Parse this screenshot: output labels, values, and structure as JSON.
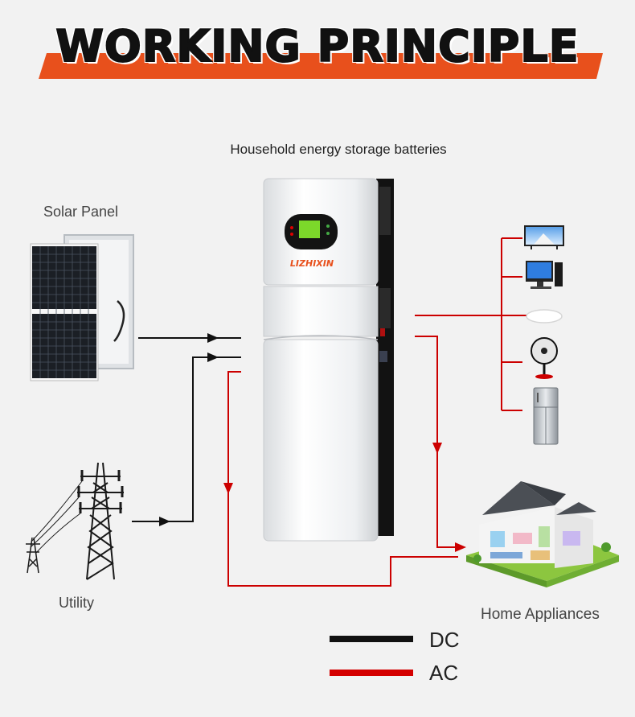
{
  "title": "WORKING PRINCIPLE",
  "brand": "LIZHIXIN",
  "labels": {
    "storage": "Household energy storage batteries",
    "solar": "Solar Panel",
    "utility": "Utility",
    "home": "Home Appliances"
  },
  "legend": [
    {
      "label": "DC",
      "color": "#111111"
    },
    {
      "label": "AC",
      "color": "#d40000"
    }
  ],
  "colors": {
    "banner": "#e8501c",
    "dc_line": "#111111",
    "ac_line": "#cc0000",
    "lcd": "#7cd82a"
  },
  "appliances": [
    "tv-icon",
    "desktop-computer-icon",
    "ceiling-light-icon",
    "fan-icon",
    "refrigerator-icon"
  ]
}
